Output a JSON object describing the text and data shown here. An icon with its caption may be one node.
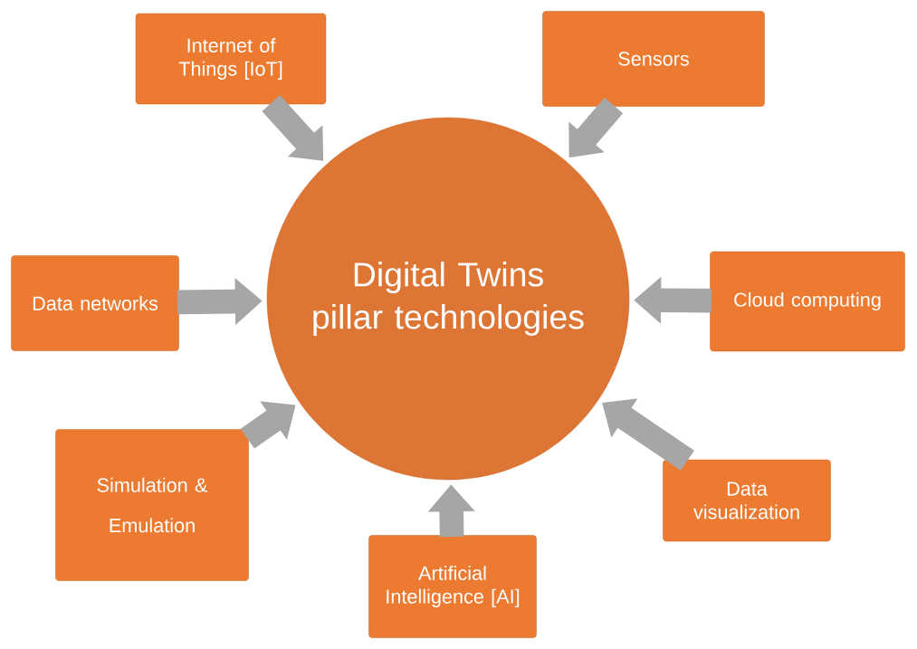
{
  "diagram": {
    "nodes": [
      {
        "text": [
          "Digital Twins pillar technologies"
        ]
      },
      {
        "text": [
          "Internet of Things [IoT]"
        ]
      },
      {
        "text": [
          "Sensors"
        ]
      },
      {
        "text": [
          "Data networks"
        ]
      },
      {
        "text": [
          "Cloud computing"
        ]
      },
      {
        "text": [
          "Simulation & Emulation"
        ]
      },
      {
        "text": [
          "Artificial Intelligence [AI]"
        ]
      },
      {
        "text": [
          "Data visualization"
        ]
      }
    ],
    "edges": [
      {
        "from": 1,
        "to": 0,
        "arrow": "to"
      },
      {
        "from": 2,
        "to": 0,
        "arrow": "to"
      },
      {
        "from": 3,
        "to": 0,
        "arrow": "to"
      },
      {
        "from": 4,
        "to": 0,
        "arrow": "to"
      },
      {
        "from": 5,
        "to": 0,
        "arrow": "to"
      },
      {
        "from": 6,
        "to": 0,
        "arrow": "to"
      },
      {
        "from": 7,
        "to": 0,
        "arrow": "to"
      }
    ]
  }
}
